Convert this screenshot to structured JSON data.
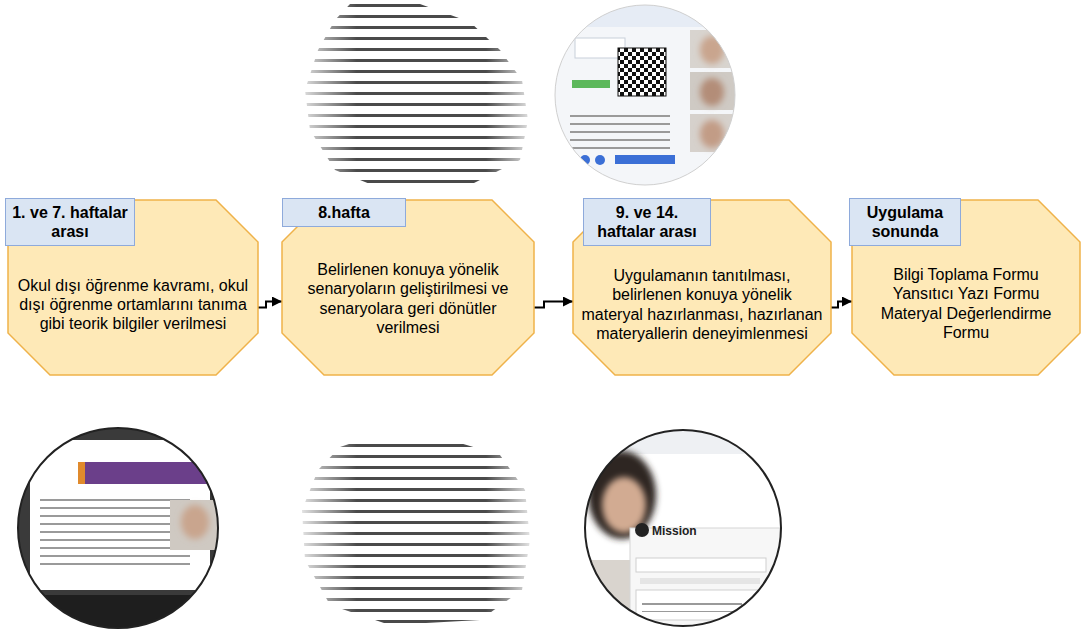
{
  "diagram": {
    "nodes": [
      {
        "text": [
          "1. ve 7. haftalar arası",
          "Okul dışı öğrenme kavramı, okul dışı öğrenme ortamlarını tanıma gibi teorik bilgiler verilmesi"
        ]
      },
      {
        "text": [
          "8.hafta",
          "Belirlenen konuya yönelik senaryoların geliştirilmesi ve senaryolara geri dönütler verilmesi"
        ]
      },
      {
        "text": [
          "9. ve 14. haftalar arası",
          "Uygulamanın tanıtılması, belirlenen konuya yönelik materyal hazırlanması, hazırlanan materyallerin deneyimlenmesi"
        ]
      },
      {
        "text": [
          "Uygulama sonunda",
          "Bilgi Toplama Formu",
          "Yansıtıcı Yazı Formu",
          "Materyal Değerlendirme Formu"
        ]
      }
    ],
    "edges": [
      {
        "from": 0,
        "to": 1,
        "arrow": "to"
      },
      {
        "from": 1,
        "to": 2,
        "arrow": "to"
      },
      {
        "from": 2,
        "to": 3,
        "arrow": "to"
      }
    ],
    "labels": [
      "Mission"
    ]
  }
}
